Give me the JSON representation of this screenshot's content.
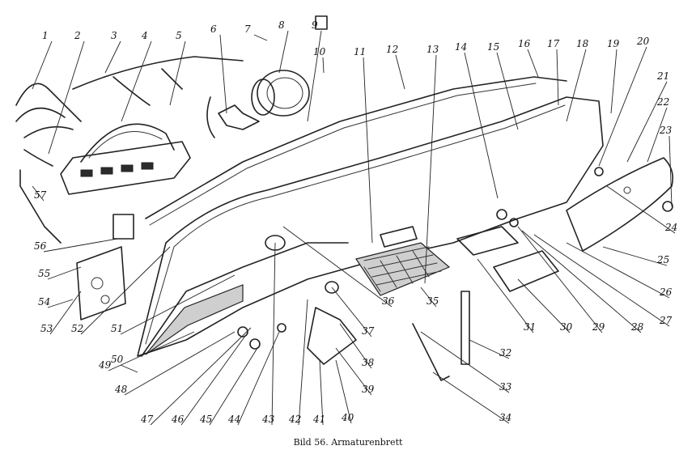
{
  "caption": "Bild 56. Armaturenbrett",
  "callouts": [
    "1",
    "2",
    "3",
    "4",
    "5",
    "6",
    "7",
    "8",
    "9",
    "10",
    "11",
    "12",
    "13",
    "14",
    "15",
    "16",
    "17",
    "18",
    "19",
    "20",
    "21",
    "22",
    "23",
    "24",
    "25",
    "26",
    "27",
    "28",
    "29",
    "30",
    "31",
    "32",
    "33",
    "34",
    "35",
    "36",
    "37",
    "38",
    "39",
    "40",
    "41",
    "42",
    "43",
    "44",
    "45",
    "46",
    "47",
    "48",
    "49",
    "50",
    "51",
    "52",
    "53",
    "54",
    "55",
    "56",
    "57"
  ]
}
